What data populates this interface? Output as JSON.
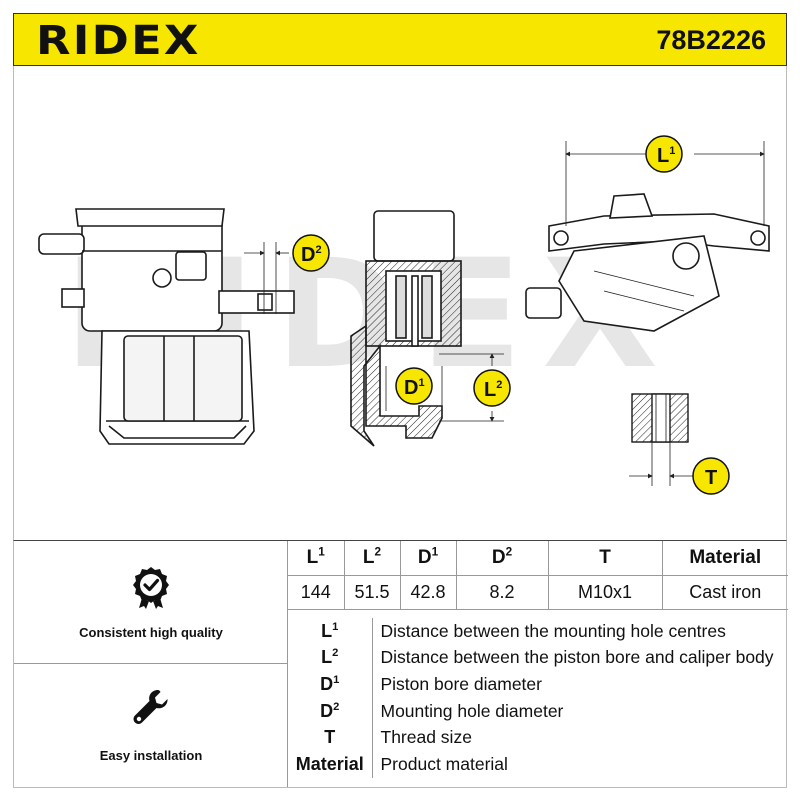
{
  "header": {
    "brand": "RIDEX",
    "part_number": "78B2226"
  },
  "drawing": {
    "watermark": "RIDEX",
    "callouts": {
      "l1": "L",
      "l2": "L",
      "d1": "D",
      "d2": "D",
      "t": "T",
      "sup1": "1",
      "sup2": "2"
    },
    "colors": {
      "accent": "#f7e600",
      "line": "#1a1a1a",
      "watermark": "#e6e6e6"
    }
  },
  "features": [
    {
      "label": "Consistent high quality",
      "icon": "badge-check-icon"
    },
    {
      "label": "Easy installation",
      "icon": "wrench-icon"
    }
  ],
  "specs": {
    "headers": [
      {
        "key": "L",
        "sup": "1"
      },
      {
        "key": "L",
        "sup": "2"
      },
      {
        "key": "D",
        "sup": "1"
      },
      {
        "key": "D",
        "sup": "2"
      },
      {
        "key": "T",
        "sup": ""
      },
      {
        "key": "Material",
        "sup": ""
      }
    ],
    "values": [
      "144",
      "51.5",
      "42.8",
      "8.2",
      "M10x1",
      "Cast iron"
    ]
  },
  "legend": [
    {
      "key": "L",
      "sup": "1",
      "text": "Distance between the mounting hole centres"
    },
    {
      "key": "L",
      "sup": "2",
      "text": "Distance between the piston bore and caliper body"
    },
    {
      "key": "D",
      "sup": "1",
      "text": "Piston bore diameter"
    },
    {
      "key": "D",
      "sup": "2",
      "text": "Mounting hole diameter"
    },
    {
      "key": "T",
      "sup": "",
      "text": "Thread size"
    },
    {
      "key": "Material",
      "sup": "",
      "text": "Product material"
    }
  ]
}
